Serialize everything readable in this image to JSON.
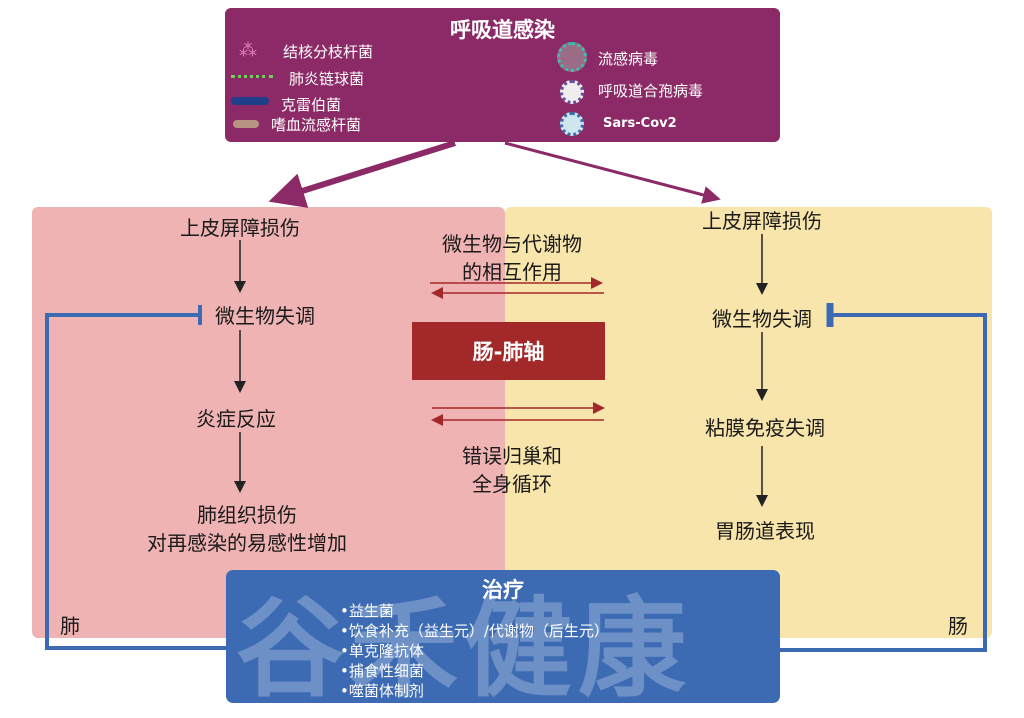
{
  "infection": {
    "title": "呼吸道感染",
    "bacteria": [
      "结核分枝杆菌",
      "肺炎链球菌",
      "克雷伯菌",
      "嗜血流感杆菌"
    ],
    "viruses": [
      "流感病毒",
      "呼吸道合孢病毒",
      "Sars-Cov2"
    ]
  },
  "lung": {
    "label": "肺",
    "steps": [
      "上皮屏障损伤",
      "微生物失调",
      "炎症反应",
      "肺组织损伤",
      "对再感染的易感性增加"
    ]
  },
  "gut": {
    "label": "肠",
    "steps": [
      "上皮屏障损伤",
      "微生物失调",
      "粘膜免疫失调",
      "胃肠道表现"
    ]
  },
  "center": {
    "interaction": [
      "微生物与代谢物",
      "的相互作用"
    ],
    "axis": "肠-肺轴",
    "homing": [
      "错误归巢和",
      "全身循环"
    ]
  },
  "treatment": {
    "title": "治疗",
    "items": [
      "•益生菌",
      "•饮食补充（益生元）/代谢物（后生元）",
      "•单克隆抗体",
      "•捕食性细菌",
      "•噬菌体制剂"
    ]
  },
  "watermark": "谷禾健康",
  "colors": {
    "infection": "#8b2a66",
    "lung": "#efb3b3",
    "gut": "#f8e5ab",
    "axis": "#a3282a",
    "treatment": "#3d6bb3",
    "feedback": "#3d6bb3"
  }
}
